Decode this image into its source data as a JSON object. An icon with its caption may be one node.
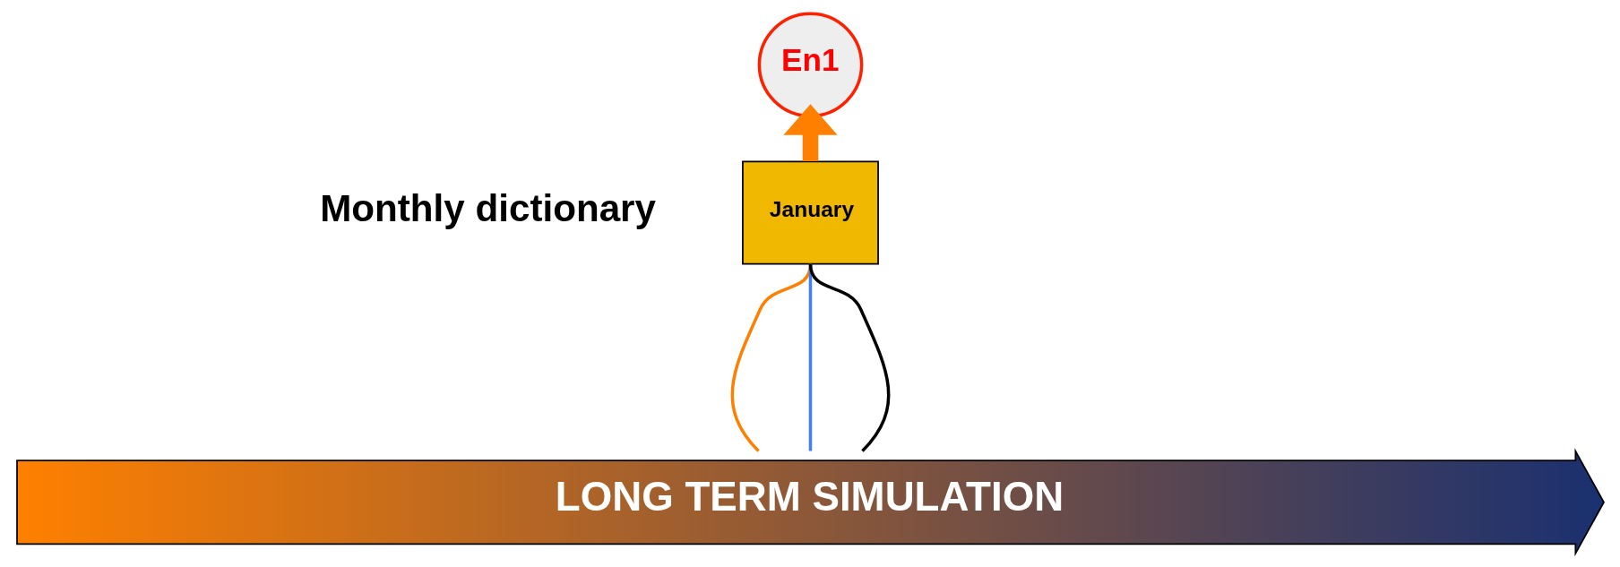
{
  "diagram": {
    "nodes": [
      {
        "text": [
          "En1"
        ]
      },
      {
        "text": [
          "January"
        ],
        "beside": [
          "Monthly dictionary"
        ]
      },
      {
        "text": [
          "LONG TERM SIMULATION"
        ]
      }
    ],
    "edges": [
      {
        "from": 1,
        "to": 0,
        "arrow": "to",
        "style": "thick",
        "color": "#ff8000"
      },
      {
        "from": 1,
        "to": 2,
        "arrow": "none",
        "color": "#ff8000"
      },
      {
        "from": 1,
        "to": 2,
        "arrow": "none",
        "color": "#4080f0"
      },
      {
        "from": 1,
        "to": 2,
        "arrow": "none",
        "color": "#000000"
      }
    ]
  }
}
